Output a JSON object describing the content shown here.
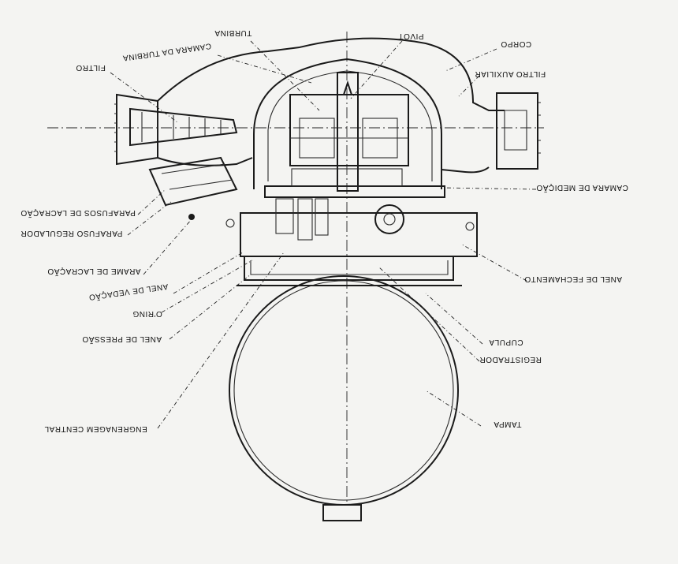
{
  "labels": {
    "turbina": "TURBINA",
    "pivot": "PIVOT",
    "corpo": "CORPO",
    "camara_turbina": "CAMARA DA TURBINA",
    "filtro": "FILTRO",
    "filtro_auxiliar": "FILTRO AUXILIAR",
    "camara_medicao": "CAMARA DE MEDIÇÃO",
    "parafusos_lacracao": "PARAFUSOS DE LACRAÇÃO",
    "parafuso_regulador": "PARAFUSO REGULADOR",
    "arame_lacracao": "ARAME DE LACRAÇÃO",
    "anel_vedacao": "ANEL DE VEDAÇÃO",
    "anel_fechamento": "ANEL DE FECHAMENTO",
    "o_ring": "O'RING",
    "anel_pressao": "ANEL DE PRESSÃO",
    "cupula": "CUPULA",
    "registrador": "REGISTRADOR",
    "engrenagem_central": "ENGRENAGEM CENTRAL",
    "tampa": "TAMPA"
  },
  "colors": {
    "ink": "#1a1a1a",
    "paper": "#f4f4f2"
  }
}
